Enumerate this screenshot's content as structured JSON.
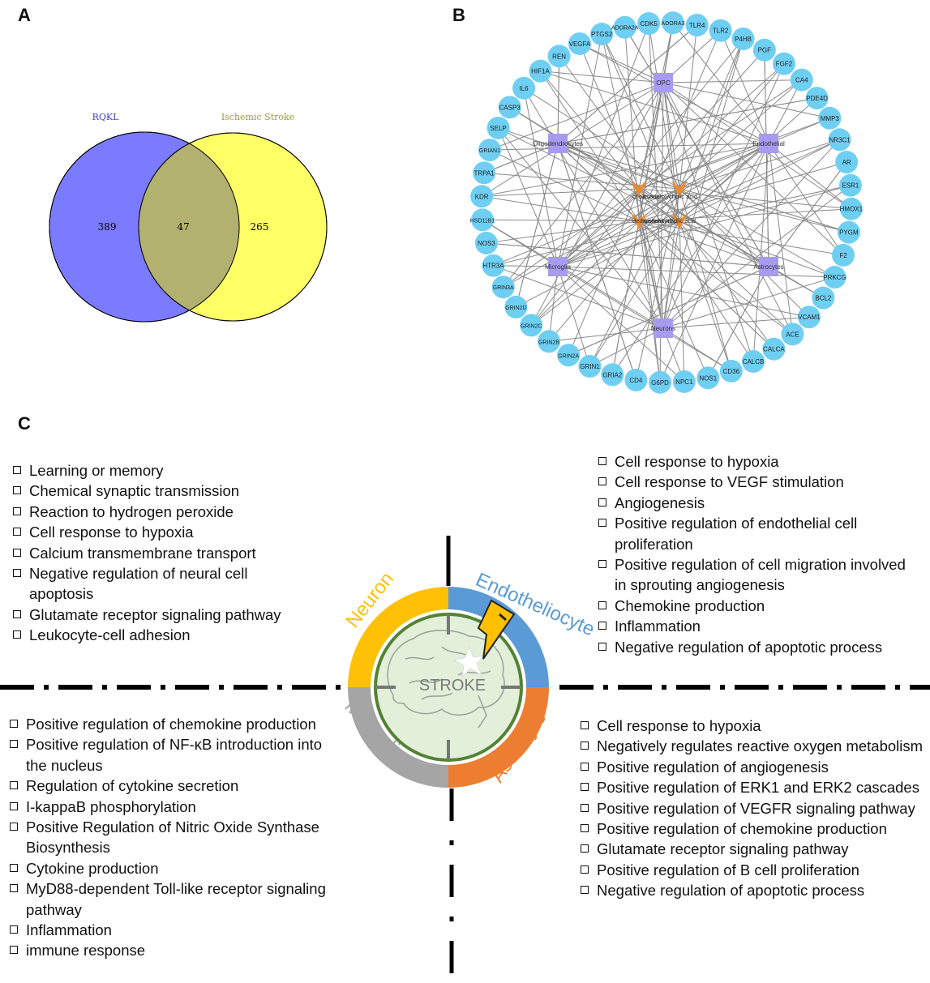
{
  "panels": {
    "a": "A",
    "b": "B",
    "c": "C"
  },
  "venn": {
    "left_label": "RQKL",
    "right_label": "Ischemic Stroke",
    "left_only": "389",
    "overlap": "47",
    "right_only": "265",
    "colors": {
      "left": "#7b7bff",
      "right": "#ffff66",
      "overlap": "#b3b170",
      "left_label": "#3b3bd9",
      "right_label": "#9a9a3a"
    }
  },
  "network": {
    "cell_types": [
      "OPC",
      "Oligodendrocytes",
      "Endothelial",
      "Microglia",
      "Astrocytes",
      "Neurons"
    ],
    "compounds": [
      "cholic acid",
      "ursodeoxycholic acid",
      "deoxycholic acid",
      "hyodeoxycholic acid"
    ],
    "genes": [
      "ADORA3",
      "TLR4",
      "TLR2",
      "P4HB",
      "PGF",
      "FGF2",
      "CA4",
      "PDE4D",
      "MMP3",
      "NR3C1",
      "AR",
      "ESR1",
      "HMOX1",
      "PYGM",
      "F2",
      "PRKCG",
      "BCL2",
      "VCAM1",
      "ACE",
      "CALCA",
      "CALCB",
      "CD36",
      "NOS1",
      "NPC1",
      "G6PD",
      "CD4",
      "GRIA2",
      "GRIN1",
      "GRIN2A",
      "GRIN2B",
      "GRIN2C",
      "GRIN2D",
      "GRIN3A",
      "HTR3A",
      "NOS3",
      "HSD11B1",
      "KDR",
      "TRPA1",
      "GRIAN1",
      "SELP",
      "CASP3",
      "IL6",
      "HIF1A",
      "REN",
      "VEGFA",
      "PTGS2",
      "ADORA2A",
      "CDK5"
    ],
    "colors": {
      "gene": "#6fcff3",
      "cell": "#a79bf0",
      "compound": "#f08a2c",
      "edge": "#8a8a8a"
    }
  },
  "stroke": {
    "center_label": "STROKE",
    "quadrants": {
      "neuron": {
        "label": "Neuron",
        "color": "#ffc107"
      },
      "endotheliocyte": {
        "label": "Endotheliocyte",
        "color": "#5b9bd5"
      },
      "microglia": {
        "label": "Microglia",
        "color": "#a5a5a5"
      },
      "astrocyte": {
        "label": "Astrocyte",
        "color": "#ed7d31"
      }
    },
    "inner_fill": "#e2efd9",
    "ring_color": "#548235"
  },
  "lists": {
    "neuron": [
      "Learning or memory",
      "Chemical synaptic transmission",
      "Reaction to hydrogen peroxide",
      "Cell response to hypoxia",
      "Calcium transmembrane transport",
      "Negative regulation of neural cell apoptosis",
      "Glutamate receptor signaling pathway",
      "Leukocyte-cell adhesion"
    ],
    "endotheliocyte": [
      "Cell response to hypoxia",
      "Cell response to VEGF stimulation",
      "Angiogenesis",
      "Positive regulation of endothelial cell proliferation",
      "Positive regulation of cell migration involved in sprouting angiogenesis",
      "Chemokine production",
      "Inflammation",
      "Negative regulation of apoptotic process"
    ],
    "microglia": [
      "Positive regulation of chemokine production",
      "Positive regulation of NF-κB introduction into the nucleus",
      "Regulation of cytokine secretion",
      "I-kappaB phosphorylation",
      "Positive Regulation of Nitric Oxide Synthase Biosynthesis",
      "Cytokine production",
      "MyD88-dependent Toll-like receptor signaling pathway",
      "Inflammation",
      "immune response"
    ],
    "astrocyte": [
      "Cell response to hypoxia",
      "Negatively regulates reactive oxygen metabolism",
      "Positive regulation of angiogenesis",
      "Positive regulation of ERK1 and ERK2 cascades",
      "Positive regulation of VEGFR signaling pathway",
      "Positive regulation of chemokine production",
      "Glutamate receptor signaling pathway",
      "Positive regulation of B cell proliferation",
      "Negative regulation of apoptotic process"
    ]
  }
}
